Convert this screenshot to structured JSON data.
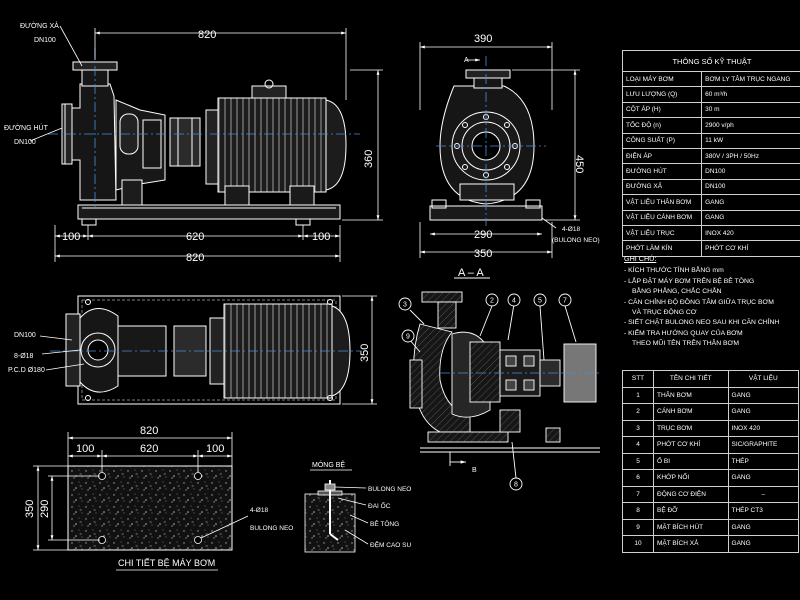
{
  "front_view": {
    "outlet_label": [
      "ĐƯỜNG XẢ",
      "DN100"
    ],
    "inlet_label": [
      "ĐƯỜNG HÚT",
      "DN100"
    ],
    "dim_total_top": "820",
    "dim_height": "360",
    "dim_left": "100",
    "dim_mid": "620",
    "dim_right": "100",
    "dim_total_bottom": "820"
  },
  "side_view": {
    "dim_top": "390",
    "dim_height": "450",
    "section_mark": "A",
    "dim_base_inner": "290",
    "dim_base_outer": "350",
    "bolt_label": [
      "4-Ø18",
      "(BULONG NEO)"
    ]
  },
  "plan_view": {
    "labels": [
      "DN100",
      "8-Ø18",
      "P.C.D Ø180"
    ],
    "dim_height": "350"
  },
  "base_detail": {
    "dim_total": "820",
    "dim_left": "100",
    "dim_mid": "620",
    "dim_right": "100",
    "dim_outer": "350",
    "dim_inner": "290",
    "bolt_label": [
      "4-Ø18",
      "BULONG NEO"
    ],
    "caption": "CHI TIẾT BỆ MÁY BƠM"
  },
  "foundation": {
    "title": "MÓNG BỆ",
    "labels": [
      "BULONG NEO",
      "ĐAI ỐC",
      "BÊ TÔNG",
      "ĐỆM CAO SU"
    ]
  },
  "section": {
    "title": "A – A",
    "bottom_mark": "B",
    "balloons": [
      "3",
      "2",
      "4",
      "5",
      "7",
      "9",
      "8"
    ]
  },
  "spec_table": {
    "title": "THÔNG SỐ KỸ THUẬT",
    "rows": [
      [
        "LOẠI MÁY BƠM",
        "BƠM LY TÂM TRỤC NGANG"
      ],
      [
        "LƯU LƯỢNG (Q)",
        "60 m³/h"
      ],
      [
        "CỘT ÁP (H)",
        "30 m"
      ],
      [
        "TỐC ĐỘ (n)",
        "2900 v/ph"
      ],
      [
        "CÔNG SUẤT (P)",
        "11 kW"
      ],
      [
        "ĐIỆN ÁP",
        "380V / 3PH / 50Hz"
      ],
      [
        "ĐƯỜNG HÚT",
        "DN100"
      ],
      [
        "ĐƯỜNG XẢ",
        "DN100"
      ],
      [
        "VẬT LIỆU THÂN BƠM",
        "GANG"
      ],
      [
        "VẬT LIỆU CÁNH BƠM",
        "GANG"
      ],
      [
        "VẬT LIỆU TRỤC",
        "INOX 420"
      ],
      [
        "PHỚT LÀM KÍN",
        "PHỚT CƠ KHÍ"
      ]
    ]
  },
  "notes": {
    "heading": "GHI CHÚ:",
    "lines": [
      "- KÍCH THƯỚC TÍNH BẰNG mm",
      "- LẮP ĐẶT MÁY BƠM TRÊN BỆ BÊ TÔNG",
      "  BẰNG PHẲNG, CHẮC CHẮN",
      "- CĂN CHỈNH ĐỘ ĐỒNG TÂM GIỮA TRỤC BƠM",
      "  VÀ TRỤC ĐỘNG CƠ",
      "- SIẾT CHẶT BULONG NEO SAU KHI CĂN CHỈNH",
      "- KIỂM TRA HƯỚNG QUAY CỦA BƠM",
      "  THEO MŨI TÊN TRÊN THÂN BƠM"
    ]
  },
  "parts_table": {
    "headers": [
      "STT",
      "TÊN CHI TIẾT",
      "VẬT LIỆU"
    ],
    "rows": [
      [
        "1",
        "THÂN BƠM",
        "GANG"
      ],
      [
        "2",
        "CÁNH BƠM",
        "GANG"
      ],
      [
        "3",
        "TRỤC BƠM",
        "INOX 420"
      ],
      [
        "4",
        "PHỚT CƠ KHÍ",
        "SIC/GRAPHITE"
      ],
      [
        "5",
        "Ổ BI",
        "THÉP"
      ],
      [
        "6",
        "KHỚP NỐI",
        "GANG"
      ],
      [
        "7",
        "ĐỘNG CƠ ĐIỆN",
        "–"
      ],
      [
        "8",
        "BỆ ĐỠ",
        "THÉP CT3"
      ],
      [
        "9",
        "MẶT BÍCH HÚT",
        "GANG"
      ],
      [
        "10",
        "MẶT BÍCH XẢ",
        "GANG"
      ]
    ]
  },
  "colors": {
    "background": "#000000",
    "line": "#ffffff",
    "centerline": "#4a8fd6",
    "fill_dark": "#1a1a1a",
    "fill_mid": "#333333"
  }
}
